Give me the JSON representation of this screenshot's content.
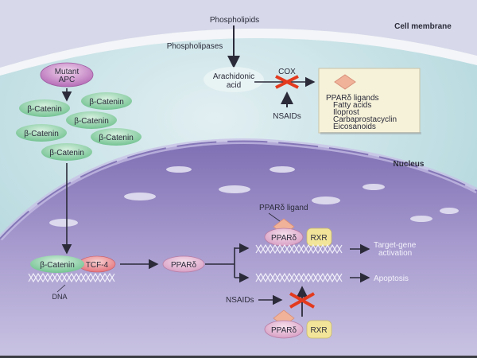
{
  "regions": {
    "cell_membrane": "Cell membrane",
    "nucleus": "Nucleus"
  },
  "cytoplasm": {
    "phospholipids": "Phospholipids",
    "phospholipases": "Phospholipases",
    "arachidonic_acid_line1": "Arachidonic",
    "arachidonic_acid_line2": "acid",
    "cox": "COX",
    "nsaids": "NSAIDs",
    "mutant_apc_line1": "Mutant",
    "mutant_apc_line2": "APC",
    "beta_catenins": [
      "β-Catenin",
      "β-Catenin",
      "β-Catenin",
      "β-Catenin",
      "β-Catenin",
      "β-Catenin"
    ],
    "ligand_box": {
      "title": "PPARδ ligands",
      "items": [
        "Fatty acids",
        "Iloprost",
        "Carbaprostacyclin",
        "Eicosanoids"
      ]
    }
  },
  "nucleus_content": {
    "beta_catenin": "β-Catenin",
    "tcf4": "TCF-4",
    "dna": "DNA",
    "ppard": "PPARδ",
    "ppard_ligand": "PPARδ ligand",
    "complex_top": {
      "ppard": "PPARδ",
      "rxr": "RXR"
    },
    "complex_bottom": {
      "ppard": "PPARδ",
      "rxr": "RXR"
    },
    "target_gene_line1": "Target-gene",
    "target_gene_line2": "activation",
    "apoptosis": "Apoptosis",
    "nsaids": "NSAIDs"
  },
  "colors": {
    "membrane_bg": "#d7d9ea",
    "cytoplasm": "#bfe0e4",
    "nucleus": "#8c7fbf",
    "beta_catenin": "#7cc99a",
    "apc": "#b46fb8",
    "tcf4": "#e77f86",
    "ppard": "#e6b3d2",
    "rxr": "#f2e59a",
    "ligand": "#f0b39a",
    "inhibit_x": "#e33a1e",
    "ligand_box": "#f6f2d9"
  }
}
